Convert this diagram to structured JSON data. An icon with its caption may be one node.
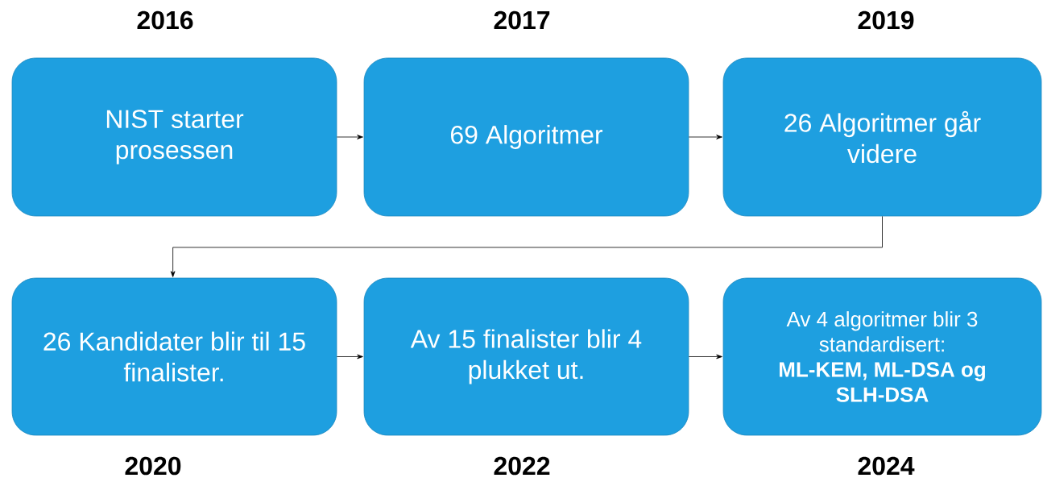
{
  "diagram": {
    "nodes": [
      {
        "text": [
          "NIST starter prosessen"
        ],
        "beside": [
          "2016"
        ]
      },
      {
        "text": [
          "69 Algoritmer"
        ],
        "beside": [
          "2017"
        ]
      },
      {
        "text": [
          "26 Algoritmer går videre"
        ],
        "beside": [
          "2019"
        ]
      },
      {
        "text": [
          "26 Kandidater blir til 15 finalister."
        ],
        "beside": [
          "2020"
        ]
      },
      {
        "text": [
          "Av 15 finalister blir 4 plukket ut."
        ],
        "beside": [
          "2022"
        ]
      },
      {
        "text": [
          "Av 4 algoritmer blir 3 standardisert:",
          "ML-KEM, ML-DSA og SLH-DSA"
        ],
        "beside": [
          "2024"
        ]
      }
    ],
    "edges": [
      {
        "from": 0,
        "to": 1,
        "arrow": "to"
      },
      {
        "from": 1,
        "to": 2,
        "arrow": "to"
      },
      {
        "from": 2,
        "to": 3,
        "arrow": "to"
      },
      {
        "from": 3,
        "to": 4,
        "arrow": "to"
      },
      {
        "from": 4,
        "to": 5,
        "arrow": "to"
      }
    ]
  }
}
